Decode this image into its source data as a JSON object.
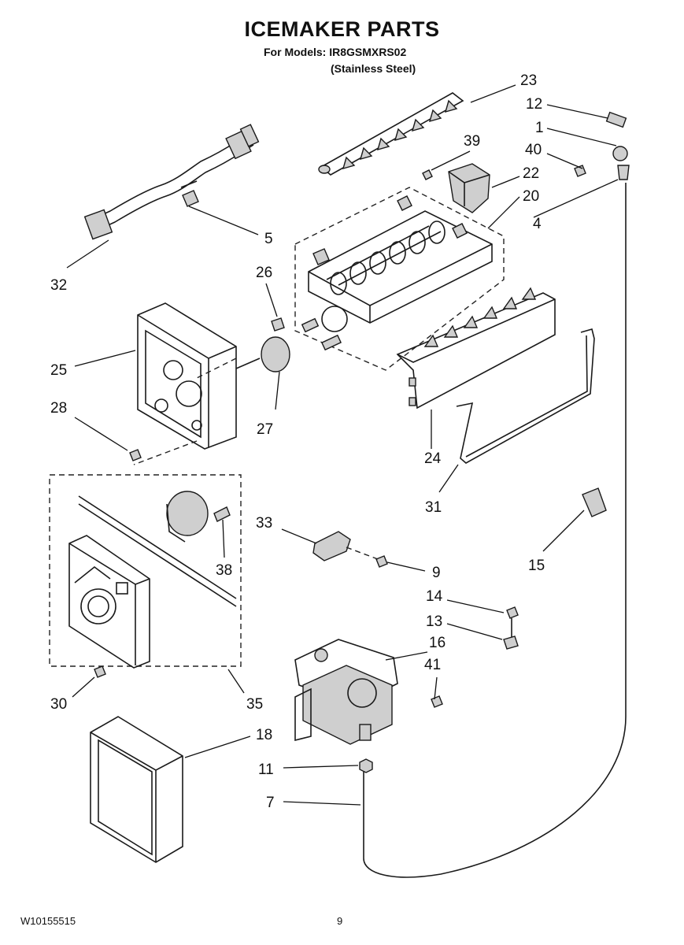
{
  "header": {
    "title": "ICEMAKER PARTS",
    "models_line": "For Models: IR8GSMXRS02",
    "finish_line": "(Stainless Steel)"
  },
  "footer": {
    "doc_number": "W10155515",
    "page_number": "9"
  },
  "callouts": {
    "c23": "23",
    "c12": "12",
    "c1": "1",
    "c39": "39",
    "c40": "40",
    "c22": "22",
    "c20": "20",
    "c4": "4",
    "c5": "5",
    "c32": "32",
    "c26": "26",
    "c25": "25",
    "c28": "28",
    "c27": "27",
    "c24": "24",
    "c31": "31",
    "c33": "33",
    "c9": "9",
    "c15": "15",
    "c38": "38",
    "c14": "14",
    "c13": "13",
    "c16": "16",
    "c41": "41",
    "c30": "30",
    "c35": "35",
    "c18": "18",
    "c11": "11",
    "c7": "7"
  }
}
